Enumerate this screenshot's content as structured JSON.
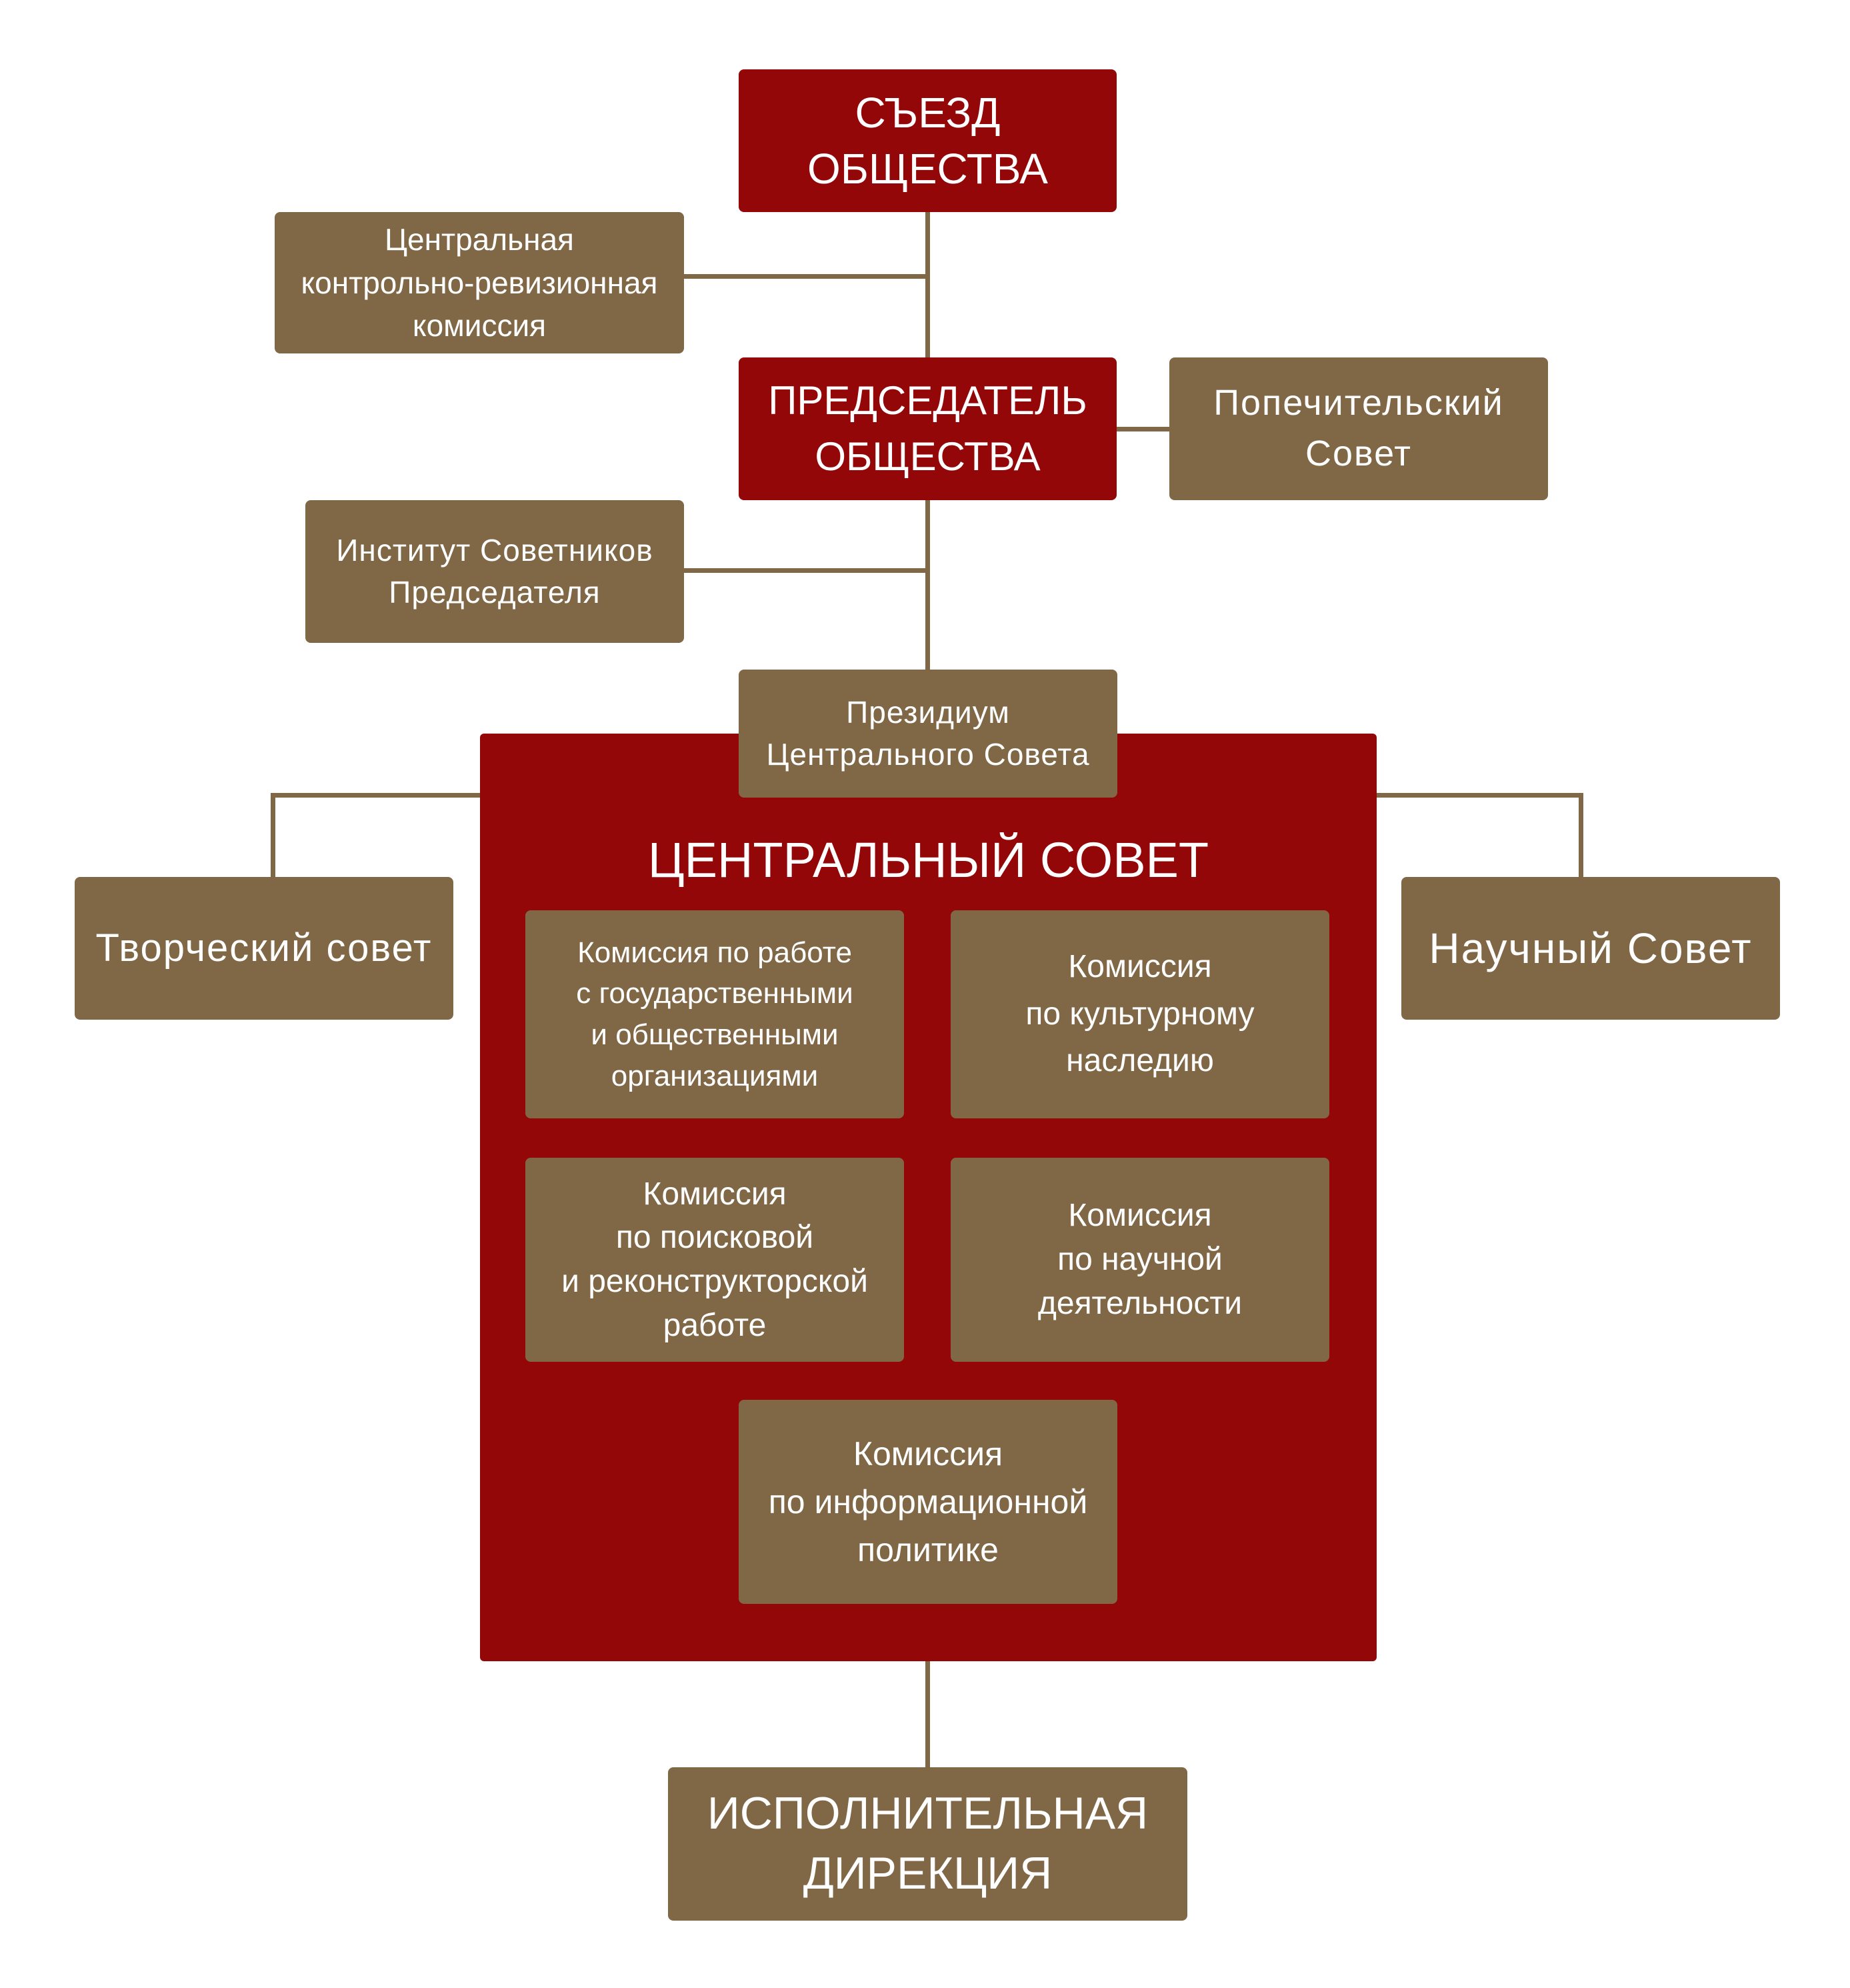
{
  "diagram": {
    "congress": "СЪЕЗД\nОБЩЕСТВА",
    "central_audit_commission": "Центральная\nконтрольно-ревизионная\nкомиссия",
    "chairman": "ПРЕДСЕДАТЕЛЬ\nОБЩЕСТВА",
    "board_of_trustees": "Попечительский\nСовет",
    "institute_of_advisors": "Институт Советников\nПредседателя",
    "presidium": "Президиум\nЦентрального Совета",
    "central_council": "ЦЕНТРАЛЬНЫЙ СОВЕТ",
    "commission_state_orgs": "Комиссия по работе\nс государственными\nи общественными\nорганизациями",
    "commission_cultural_heritage": "Комиссия\nпо культурному\nнаследию",
    "commission_search_reconstruction": "Комиссия\nпо поисковой\nи реконструкторской\nработе",
    "commission_scientific_activity": "Комиссия\nпо научной\nдеятельности",
    "commission_information_policy": "Комиссия\nпо информационной\nполитике",
    "creative_council": "Творческий совет",
    "scientific_council": "Научный Совет",
    "executive_directorate": "ИСПОЛНИТЕЛЬНАЯ\nДИРЕКЦИЯ"
  },
  "colors": {
    "primary_red": "#930709",
    "secondary_brown": "#806847",
    "text": "#ffffff",
    "connector": "#806847"
  }
}
